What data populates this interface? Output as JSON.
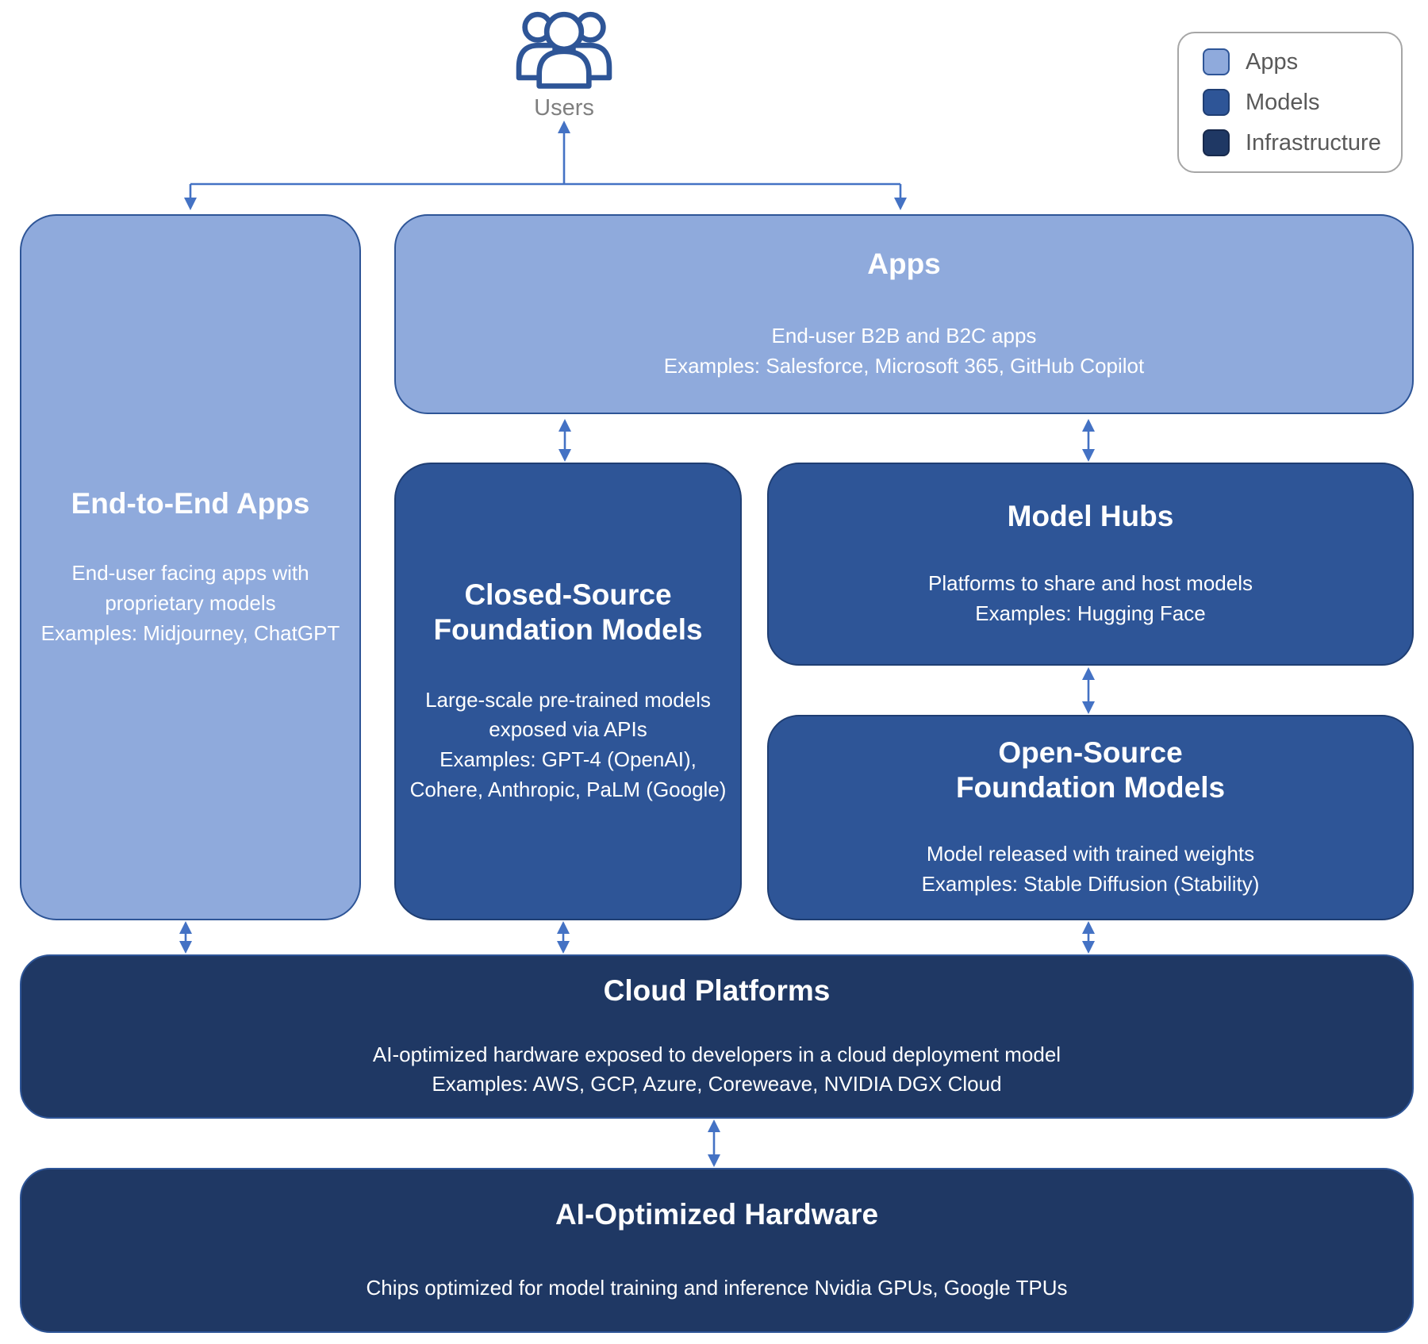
{
  "palette": {
    "apps_fill": "#8FAADC",
    "apps_border": "#2E5597",
    "models_fill": "#2E5597",
    "models_border": "#1F3E73",
    "infra_fill": "#1F3864",
    "infra_border": "#2E5597",
    "infra_deep": "#17294C",
    "arrow": "#4472C4",
    "icon_stroke": "#2E5597",
    "label_gray": "#7F7F7F",
    "legend_text": "#595959",
    "legend_border": "#A6A6A6"
  },
  "users": {
    "label": "Users"
  },
  "legend": {
    "items": [
      {
        "label": "Apps",
        "color": "#8FAADC"
      },
      {
        "label": "Models",
        "color": "#2E5597"
      },
      {
        "label": "Infrastructure",
        "color": "#1F3864"
      }
    ]
  },
  "boxes": {
    "end_to_end": {
      "title": "End-to-End Apps",
      "body": "End-user facing apps with\nproprietary models\nExamples: Midjourney, ChatGPT"
    },
    "apps": {
      "title": "Apps",
      "body": "End-user B2B and B2C apps\nExamples: Salesforce, Microsoft 365, GitHub Copilot"
    },
    "closed_source": {
      "title": "Closed-Source\nFoundation Models",
      "body": "Large-scale pre-trained models\nexposed via APIs\nExamples: GPT-4 (OpenAI),\nCohere, Anthropic, PaLM (Google)"
    },
    "model_hubs": {
      "title": "Model Hubs",
      "body": "Platforms to share and host models\nExamples: Hugging Face"
    },
    "open_source": {
      "title": "Open-Source\nFoundation Models",
      "body": "Model released with trained weights\nExamples: Stable Diffusion (Stability)"
    },
    "cloud": {
      "title": "Cloud Platforms",
      "body": "AI-optimized hardware exposed to developers in a cloud deployment model\nExamples: AWS, GCP, Azure, Coreweave, NVIDIA DGX Cloud"
    },
    "hardware": {
      "title": "AI-Optimized Hardware",
      "body": "Chips optimized for model training and inference Nvidia GPUs, Google TPUs"
    }
  }
}
